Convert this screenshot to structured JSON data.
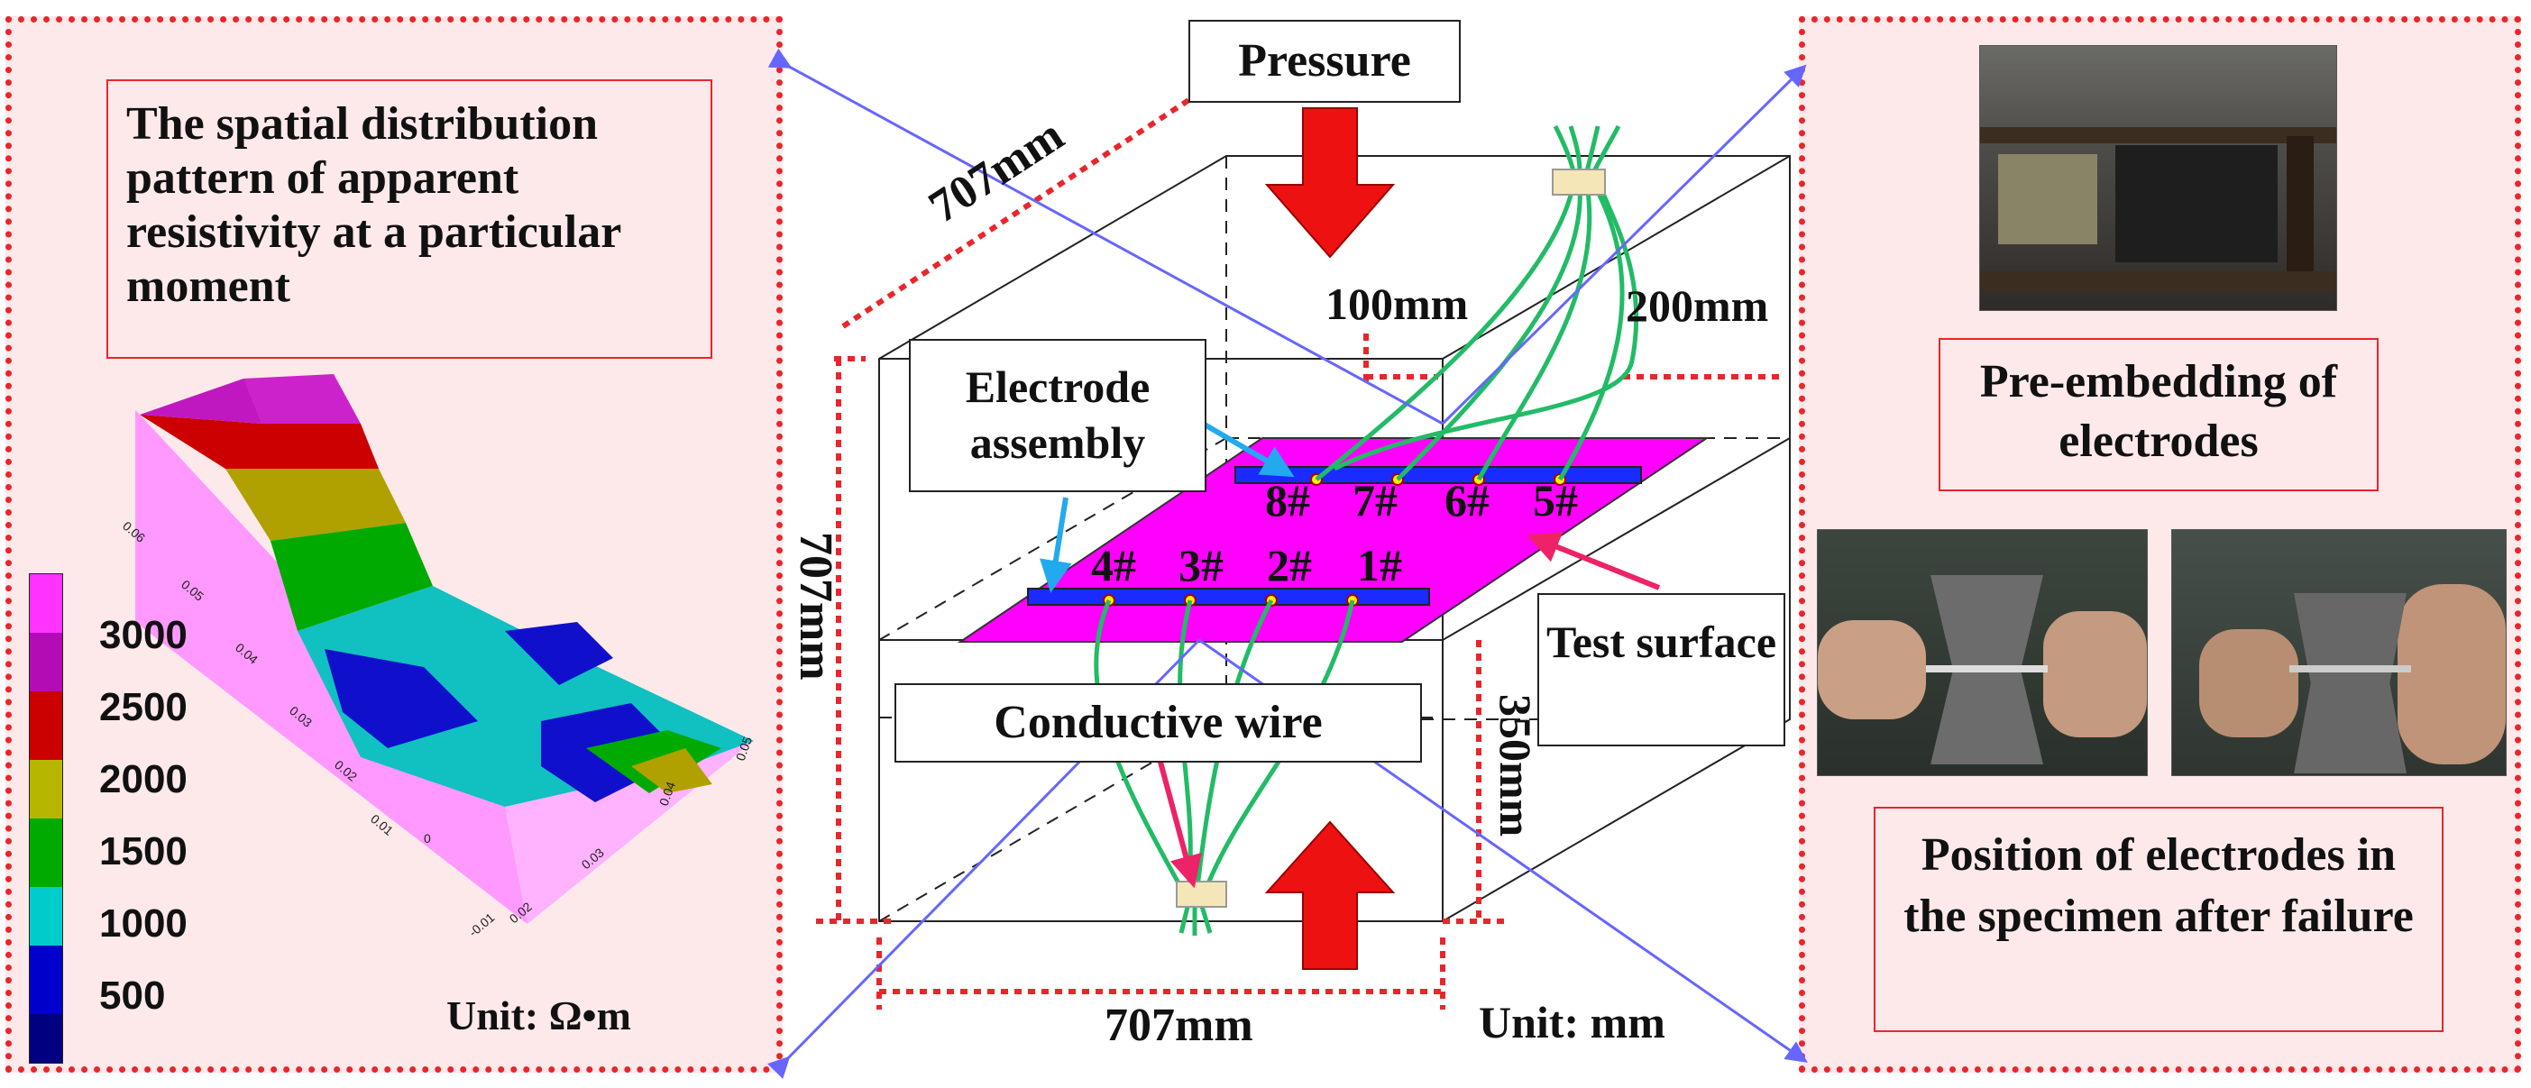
{
  "left": {
    "title": "The spatial distribution pattern of apparent resistivity at a particular moment",
    "colorbar": {
      "ticks": [
        "3000",
        "2500",
        "2000",
        "1500",
        "1000",
        "500"
      ],
      "colors": [
        "#ff33ff",
        "#b40cb4",
        "#cc0000",
        "#b6b600",
        "#00aa00",
        "#00cccc",
        "#0000cc",
        "#000080"
      ]
    },
    "unit": "Unit: Ω•m",
    "x_ticks": [
      "-0.01",
      "0.02",
      "0.03",
      "0.04",
      "0.05"
    ],
    "y_ticks": [
      "0.06",
      "0.05",
      "0.04",
      "0.03",
      "0.02",
      "0.01",
      "0"
    ]
  },
  "center": {
    "pressure": "Pressure",
    "dim_top": "707mm",
    "dim_left": "707mm",
    "dim_bottom": "707mm",
    "dim_spacing": "100mm",
    "dim_edge": "200mm",
    "dim_height": "350mm",
    "electrode_assembly": "Electrode assembly",
    "test_surface": "Test surface",
    "conductive_wire": "Conductive wire",
    "unit": "Unit: mm",
    "electrodes_back": [
      "8#",
      "7#",
      "6#",
      "5#"
    ],
    "electrodes_front": [
      "4#",
      "3#",
      "2#",
      "1#"
    ]
  },
  "right": {
    "pre_embedding": "Pre-embedding of electrodes",
    "position": "Position of electrodes in the specimen after failure"
  }
}
